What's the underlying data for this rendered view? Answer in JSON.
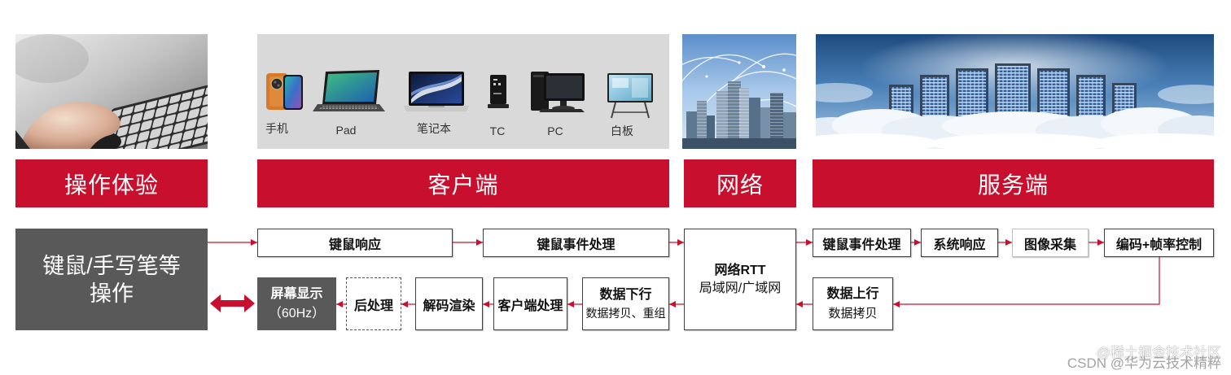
{
  "colors": {
    "accent": "#c8102e",
    "dark_box": "#595959",
    "panel_bg": "#d9d9d9"
  },
  "columns": {
    "operation": {
      "title": "操作体验"
    },
    "client": {
      "title": "客户端",
      "devices": [
        {
          "label": "手机",
          "icon": "phone-icon"
        },
        {
          "label": "Pad",
          "icon": "tablet-icon"
        },
        {
          "label": "笔记本",
          "icon": "laptop-icon"
        },
        {
          "label": "TC",
          "icon": "thin-client-icon"
        },
        {
          "label": "PC",
          "icon": "desktop-pc-icon"
        },
        {
          "label": "白板",
          "icon": "whiteboard-icon"
        }
      ]
    },
    "network": {
      "title": "网络"
    },
    "server": {
      "title": "服务端"
    }
  },
  "flow": {
    "input": {
      "line1": "键鼠/手写笔等",
      "line2": "操作"
    },
    "client_mouse_response": "键鼠响应",
    "client_event_handling": "键鼠事件处理",
    "network": {
      "title": "网络RTT",
      "subtitle": "局域网/广域网"
    },
    "server_event_handling": "键鼠事件处理",
    "system_response": "系统响应",
    "image_capture": "图像采集",
    "encoding": "编码+帧率控制",
    "uplink": {
      "title": "数据上行",
      "subtitle": "数据拷贝"
    },
    "downlink": {
      "title": "数据下行",
      "subtitle": "数据拷贝、重组"
    },
    "client_processing": "客户端处理",
    "decode_render": "解码渲染",
    "post_processing": "后处理",
    "display": {
      "title": "屏幕显示",
      "subtitle": "（60Hz）"
    }
  },
  "watermark": {
    "juejin": "@稀土掘金技术社区",
    "csdn": "CSDN @华为云技术精粹"
  }
}
